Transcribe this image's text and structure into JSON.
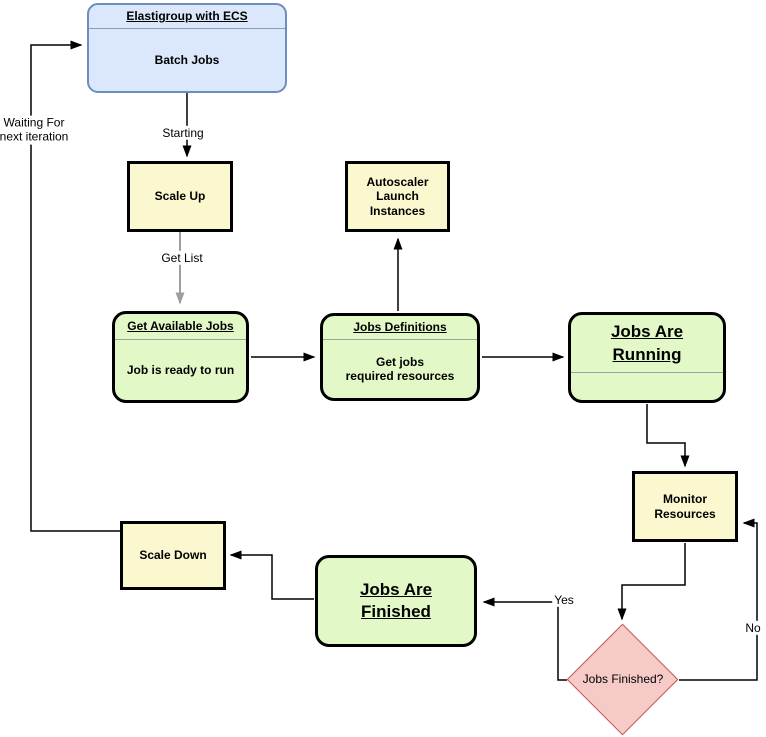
{
  "diagram": {
    "name": "Elastigroup with ECS batch jobs flowchart",
    "nodes": {
      "elastigroup": {
        "title": "Elastigroup with ECS",
        "body": "Batch Jobs",
        "fill": "#DBE8FC",
        "stroke": "#6C8EBF",
        "shape": "rounded-rect"
      },
      "scale_up": {
        "label": "Scale Up",
        "fill": "#FBF7CE",
        "stroke": "#000000",
        "shape": "rect"
      },
      "autoscaler": {
        "label": "Autoscaler\nLaunch\nInstances",
        "fill": "#FBF7CE",
        "stroke": "#000000",
        "shape": "rect"
      },
      "get_available_jobs": {
        "title": "Get Available Jobs",
        "body": "Job is ready to run",
        "fill": "#E2F9C7",
        "stroke": "#000000",
        "shape": "rounded-rect"
      },
      "jobs_definitions": {
        "title": "Jobs Definitions",
        "body": "Get jobs\nrequired resources",
        "fill": "#E2F9C7",
        "stroke": "#000000",
        "shape": "rounded-rect"
      },
      "jobs_are_running": {
        "title": "Jobs Are\nRunning",
        "body": "",
        "fill": "#E2F9C7",
        "stroke": "#000000",
        "shape": "rounded-rect"
      },
      "monitor_resources": {
        "label": "Monitor\nResources",
        "fill": "#FBF7CE",
        "stroke": "#000000",
        "shape": "rect"
      },
      "jobs_finished_decision": {
        "label": "Jobs Finished?",
        "fill": "#F6CBC7",
        "stroke": "#C75450",
        "shape": "diamond"
      },
      "jobs_are_finished": {
        "title": "Jobs Are\nFinished",
        "fill": "#E2F9C7",
        "stroke": "#000000",
        "shape": "rounded-rect"
      },
      "scale_down": {
        "label": "Scale Down",
        "fill": "#FBF7CE",
        "stroke": "#000000",
        "shape": "rect"
      }
    },
    "edge_labels": {
      "starting": "Starting",
      "get_list": "Get List",
      "yes": "Yes",
      "no": "No",
      "waiting": "Waiting For\nnext iteration"
    },
    "edges": [
      {
        "from": "elastigroup",
        "to": "scale_up",
        "label": "Starting",
        "color": "#000000"
      },
      {
        "from": "scale_up",
        "to": "get_available_jobs",
        "label": "Get List",
        "color": "#9E9E9E"
      },
      {
        "from": "get_available_jobs",
        "to": "jobs_definitions",
        "label": "",
        "color": "#000000"
      },
      {
        "from": "jobs_definitions",
        "to": "autoscaler",
        "label": "",
        "color": "#000000"
      },
      {
        "from": "jobs_definitions",
        "to": "jobs_are_running",
        "label": "",
        "color": "#000000"
      },
      {
        "from": "jobs_are_running",
        "to": "monitor_resources",
        "label": "",
        "color": "#000000"
      },
      {
        "from": "monitor_resources",
        "to": "jobs_finished_decision",
        "label": "",
        "color": "#000000"
      },
      {
        "from": "jobs_finished_decision",
        "to": "monitor_resources",
        "label": "No",
        "color": "#000000"
      },
      {
        "from": "jobs_finished_decision",
        "to": "jobs_are_finished",
        "label": "Yes",
        "color": "#000000"
      },
      {
        "from": "jobs_are_finished",
        "to": "scale_down",
        "label": "",
        "color": "#000000"
      },
      {
        "from": "scale_down",
        "to": "elastigroup",
        "label": "Waiting For next iteration",
        "color": "#000000"
      }
    ]
  }
}
